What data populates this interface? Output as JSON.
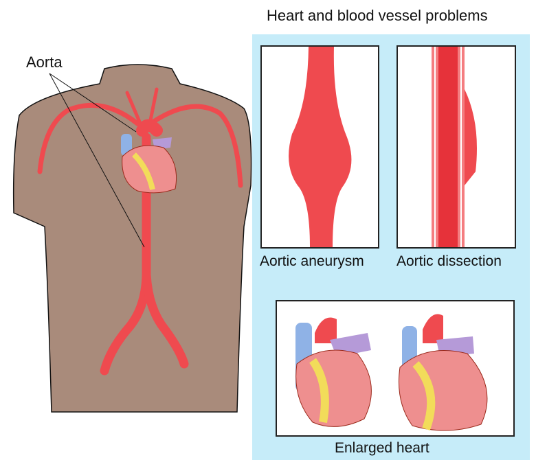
{
  "title": "Heart and blood vessel problems",
  "labels": {
    "aorta": "Aorta",
    "aortic_aneurysm": "Aortic aneurysm",
    "aortic_dissection": "Aortic dissection",
    "enlarged_heart": "Enlarged heart"
  },
  "colors": {
    "panel": "#c6ecf9",
    "skin": "#a98b7b",
    "artery": "#ef4a4f",
    "heart_muscle": "#ee8f8f",
    "fat": "#f2dc5a",
    "vein": "#8fb2e6",
    "pulmonary": "#b59ad8"
  }
}
